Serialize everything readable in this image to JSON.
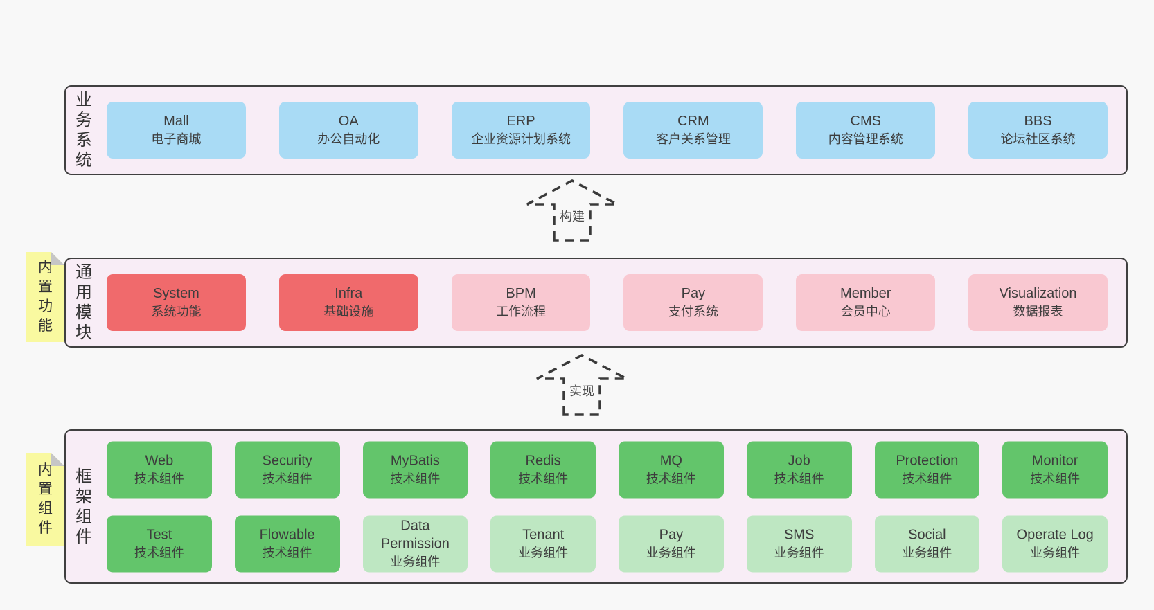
{
  "colors": {
    "page_background": "#f8f8f8",
    "band_background": "#f8edf6",
    "band_border": "#404040",
    "blue": "#a9dbf5",
    "red": "#f06a6c",
    "pink": "#f9c8d1",
    "green": "#63c56b",
    "lightgreen": "#bee7c2",
    "note_yellow": "#f9f9a0",
    "note_fold_gray": "#c6c6c6",
    "arrow_dash": "#3a3a3a"
  },
  "arrows": [
    {
      "label": "构建"
    },
    {
      "label": "实现"
    }
  ],
  "layers": [
    {
      "label": "业务系统",
      "rows": [
        [
          {
            "name": "Mall",
            "desc": "电子商城",
            "variant": "blue"
          },
          {
            "name": "OA",
            "desc": "办公自动化",
            "variant": "blue"
          },
          {
            "name": "ERP",
            "desc": "企业资源计划系统",
            "variant": "blue"
          },
          {
            "name": "CRM",
            "desc": "客户关系管理",
            "variant": "blue"
          },
          {
            "name": "CMS",
            "desc": "内容管理系统",
            "variant": "blue"
          },
          {
            "name": "BBS",
            "desc": "论坛社区系统",
            "variant": "blue"
          }
        ]
      ]
    },
    {
      "label": "通用模块",
      "note": "内置功能",
      "rows": [
        [
          {
            "name": "System",
            "desc": "系统功能",
            "variant": "red"
          },
          {
            "name": "Infra",
            "desc": "基础设施",
            "variant": "red"
          },
          {
            "name": "BPM",
            "desc": "工作流程",
            "variant": "pink"
          },
          {
            "name": "Pay",
            "desc": "支付系统",
            "variant": "pink"
          },
          {
            "name": "Member",
            "desc": "会员中心",
            "variant": "pink"
          },
          {
            "name": "Visualization",
            "desc": "数据报表",
            "variant": "pink"
          }
        ]
      ]
    },
    {
      "label": "框架组件",
      "note": "内置组件",
      "rows": [
        [
          {
            "name": "Web",
            "desc": "技术组件",
            "variant": "green"
          },
          {
            "name": "Security",
            "desc": "技术组件",
            "variant": "green"
          },
          {
            "name": "MyBatis",
            "desc": "技术组件",
            "variant": "green"
          },
          {
            "name": "Redis",
            "desc": "技术组件",
            "variant": "green"
          },
          {
            "name": "MQ",
            "desc": "技术组件",
            "variant": "green"
          },
          {
            "name": "Job",
            "desc": "技术组件",
            "variant": "green"
          },
          {
            "name": "Protection",
            "desc": "技术组件",
            "variant": "green"
          },
          {
            "name": "Monitor",
            "desc": "技术组件",
            "variant": "green"
          }
        ],
        [
          {
            "name": "Test",
            "desc": "技术组件",
            "variant": "green"
          },
          {
            "name": "Flowable",
            "desc": "技术组件",
            "variant": "green"
          },
          {
            "name": "Data Permission",
            "desc": "业务组件",
            "variant": "lightgreen"
          },
          {
            "name": "Tenant",
            "desc": "业务组件",
            "variant": "lightgreen"
          },
          {
            "name": "Pay",
            "desc": "业务组件",
            "variant": "lightgreen"
          },
          {
            "name": "SMS",
            "desc": "业务组件",
            "variant": "lightgreen"
          },
          {
            "name": "Social",
            "desc": "业务组件",
            "variant": "lightgreen"
          },
          {
            "name": "Operate Log",
            "desc": "业务组件",
            "variant": "lightgreen"
          }
        ]
      ]
    }
  ]
}
